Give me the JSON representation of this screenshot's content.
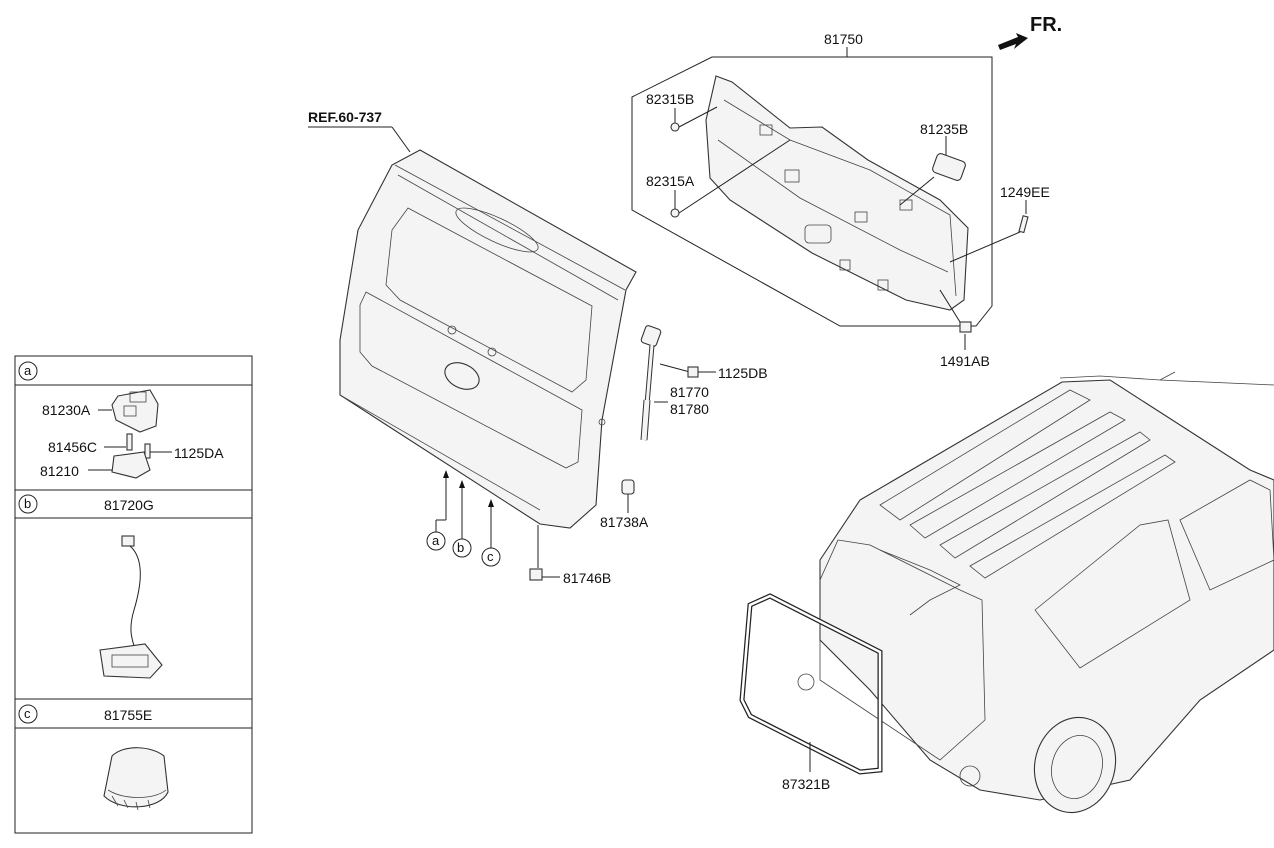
{
  "direction": {
    "label": "FR."
  },
  "reference": {
    "label": "REF.60-737"
  },
  "callouts": {
    "p81750": "81750",
    "p82315B": "82315B",
    "p82315A": "82315A",
    "p81235B": "81235B",
    "p1249EE": "1249EE",
    "p1491AB": "1491AB",
    "p1125DB": "1125DB",
    "p81770": "81770",
    "p81780": "81780",
    "p81738A": "81738A",
    "p81746B": "81746B",
    "p87321B": "87321B"
  },
  "markers": {
    "a": "a",
    "b": "b",
    "c": "c"
  },
  "detail_panel": {
    "section_a": {
      "key": "a",
      "labels": {
        "p81230A": "81230A",
        "p81456C": "81456C",
        "p1125DA": "1125DA",
        "p81210": "81210"
      }
    },
    "section_b": {
      "key": "b",
      "title": "81720G"
    },
    "section_c": {
      "key": "c",
      "title": "81755E"
    }
  }
}
